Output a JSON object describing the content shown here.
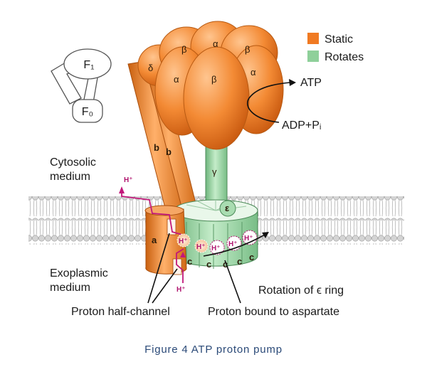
{
  "legend": {
    "static": {
      "label": "Static",
      "color": "#f07a22"
    },
    "rotates": {
      "label": "Rotates",
      "color": "#8fd09a"
    }
  },
  "inset": {
    "f1": "F₁",
    "f0": "F₀"
  },
  "labels": {
    "cytosolic": "Cytosolic",
    "cytosolic_2": "medium",
    "exoplasmic": "Exoplasmic",
    "exoplasmic_2": "medium",
    "atp": "ATP",
    "adp": "ADP+Pᵢ",
    "rotation": "Rotation of ϵ ring",
    "half_channel": "Proton half-channel",
    "bound": "Proton bound to aspartate"
  },
  "subunits": {
    "alpha": "α",
    "beta": "β",
    "delta": "δ",
    "b": "b",
    "gamma": "γ",
    "epsilon": "ε",
    "a": "a",
    "c": "c"
  },
  "protons": {
    "h_plus": "H⁺"
  },
  "caption": "Figure 4  ATP proton pump"
}
